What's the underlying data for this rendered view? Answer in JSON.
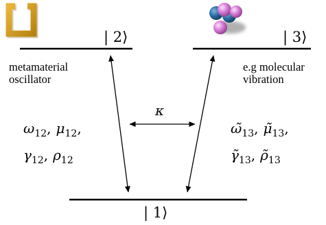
{
  "levels": {
    "level2": "| 2⟩",
    "level3": "| 3⟩",
    "level1": "| 1⟩"
  },
  "captions": {
    "left_line1": "metamaterial",
    "left_line2": "oscillator",
    "right_line1": "e.g molecular",
    "right_line2": "vibration"
  },
  "coupling": "κ",
  "left_params": {
    "line1": [
      {
        "sym": "ω",
        "sub": "12",
        "sep": ","
      },
      {
        "sym": "μ",
        "sub": "12",
        "sep": ","
      }
    ],
    "line2": [
      {
        "sym": "γ",
        "sub": "12",
        "sep": ","
      },
      {
        "sym": "ρ",
        "sub": "12",
        "sep": ""
      }
    ]
  },
  "right_params": {
    "line1": [
      {
        "sym": "ω̃",
        "sub": "13",
        "sep": ","
      },
      {
        "sym": "μ̃",
        "sub": "13",
        "sep": ","
      }
    ],
    "line2": [
      {
        "sym": "γ̃",
        "sub": "13",
        "sep": ","
      },
      {
        "sym": "ρ̃",
        "sub": "13",
        "sep": ""
      }
    ]
  },
  "icons": {
    "metamaterial": "split-ring-resonator-icon",
    "molecule": "molecule-icon"
  },
  "colors": {
    "ring": "#d9a21c",
    "atom_blue": "#2f6fa5",
    "atom_pink": "#d67cd6"
  }
}
